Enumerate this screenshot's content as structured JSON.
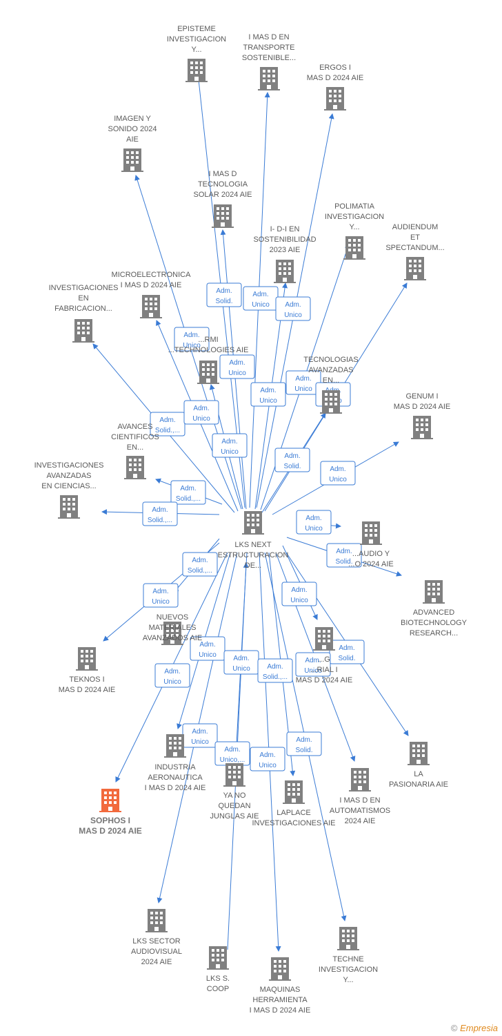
{
  "colors": {
    "edge": "#3a7bd5",
    "node": "#808080",
    "highlight": "#f26a3d"
  },
  "center": {
    "label": [
      "LKS NEXT",
      "ESTRUCTURACION",
      "DE..."
    ]
  },
  "nodes": [
    {
      "id": "n1",
      "label": [
        "EPISTEME",
        "INVESTIGACION",
        "Y..."
      ]
    },
    {
      "id": "n2",
      "label": [
        "I MAS D EN",
        "TRANSPORTE",
        "SOSTENIBLE..."
      ]
    },
    {
      "id": "n3",
      "label": [
        "ERGOS I",
        "MAS D 2024 AIE"
      ]
    },
    {
      "id": "n4",
      "label": [
        "IMAGEN Y",
        "SONIDO 2024",
        "AIE"
      ]
    },
    {
      "id": "n5",
      "label": [
        "I MAS D",
        "TECNOLOGIA",
        "SOLAR 2024 AIE"
      ]
    },
    {
      "id": "n6",
      "label": [
        "POLIMATIA",
        "INVESTIGACION",
        "Y..."
      ]
    },
    {
      "id": "n7",
      "label": [
        "I- D-I EN",
        "SOSTENIBILIDAD",
        "2023 AIE"
      ]
    },
    {
      "id": "n8",
      "label": [
        "AUDIENDUM",
        "ET",
        "SPECTANDUM..."
      ]
    },
    {
      "id": "n9",
      "label": [
        "MICROELECTRONICA",
        "I MAS D 2024 AIE"
      ]
    },
    {
      "id": "n10",
      "label": [
        "INVESTIGACIONES",
        "EN",
        "FABRICACION..."
      ]
    },
    {
      "id": "n11",
      "label": [
        "...RMI",
        "...TECHNOLOGIES AIE"
      ]
    },
    {
      "id": "n12",
      "label": [
        "TECNOLOGIAS",
        "AVANZADAS",
        "EN..."
      ]
    },
    {
      "id": "n13",
      "label": [
        "GENUM I",
        "MAS D 2024 AIE"
      ]
    },
    {
      "id": "n14",
      "label": [
        "AVANCES",
        "CIENTIFICOS",
        "EN..."
      ]
    },
    {
      "id": "n15",
      "label": [
        "INVESTIGACIONES",
        "AVANZADAS",
        "EN CIENCIAS..."
      ]
    },
    {
      "id": "n16",
      "label": [
        "...AUDIO Y",
        "...O 2024 AIE"
      ]
    },
    {
      "id": "n17",
      "label": [
        "ADVANCED",
        "BIOTECHNOLOGY",
        "RESEARCH..."
      ]
    },
    {
      "id": "n18",
      "label": [
        "NUEVOS",
        "MATERIALES",
        "AVANZADOS AIE"
      ]
    },
    {
      "id": "n19",
      "label": [
        "TEKNOS I",
        "MAS D 2024 AIE"
      ]
    },
    {
      "id": "n20",
      "label": [
        "...G",
        "...RIAL I",
        "MAS D 2024 AIE"
      ]
    },
    {
      "id": "n21",
      "label": [
        "LA",
        "PASIONARIA AIE"
      ]
    },
    {
      "id": "n22",
      "label": [
        "INDUSTRIA",
        "AERONAUTICA",
        "I MAS D 2024 AIE"
      ]
    },
    {
      "id": "n23",
      "label": [
        "YA NO",
        "QUEDAN",
        "JUNGLAS AIE"
      ]
    },
    {
      "id": "n24",
      "label": [
        "LAPLACE",
        "INVESTIGACIONES AIE"
      ]
    },
    {
      "id": "n25",
      "label": [
        "I MAS D EN",
        "AUTOMATISMOS",
        "2024 AIE"
      ]
    },
    {
      "id": "n26",
      "label": [
        "SOPHOS I",
        "MAS D 2024 AIE"
      ],
      "highlight": true
    },
    {
      "id": "n27",
      "label": [
        "LKS SECTOR",
        "AUDIOVISUAL",
        "2024 AIE"
      ]
    },
    {
      "id": "n28",
      "label": [
        "LKS S.",
        "COOP"
      ]
    },
    {
      "id": "n29",
      "label": [
        "MAQUINAS",
        "HERRAMIENTA",
        "I MAS D 2024 AIE"
      ]
    },
    {
      "id": "n30",
      "label": [
        "TECHNE",
        "INVESTIGACION",
        "Y..."
      ]
    }
  ],
  "edge_labels": [
    [
      "Adm.",
      "Solid."
    ],
    [
      "Adm.",
      "Unico"
    ],
    [
      "Adm.",
      "Unico"
    ],
    [
      "Adm.",
      "Unico"
    ],
    [
      "Adm.",
      "Unico"
    ],
    [
      "Adm.",
      "Unico"
    ],
    [
      "Adm.",
      "Unico"
    ],
    [
      "Adm.",
      "Unico"
    ],
    [
      "Adm.",
      "Solid.,..."
    ],
    [
      "Adm.",
      "Unico"
    ],
    [
      "Adm.",
      "Unico"
    ],
    [
      "Adm.",
      "Solid."
    ],
    [
      "Adm.",
      "Unico"
    ],
    [
      "Adm.",
      "Solid.,..."
    ],
    [
      "Adm.",
      "Solid.,..."
    ],
    [
      "Adm.",
      "Unico"
    ],
    [
      "Adm.",
      "Solid."
    ],
    [
      "Adm.",
      "Solid.,..."
    ],
    [
      "Adm.",
      "Unico"
    ],
    [
      "Adm.",
      "Unico"
    ],
    [
      "Adm.",
      "Solid."
    ],
    [
      "Adm.",
      "Unico"
    ],
    [
      "Adm.",
      "Unico"
    ],
    [
      "Adm.",
      "Unico"
    ],
    [
      "Adm.",
      "Solid.,..."
    ],
    [
      "Adm.",
      "Unico"
    ],
    [
      "Adm.",
      "Unico"
    ],
    [
      "Adm.",
      "Unico,..."
    ],
    [
      "Adm.",
      "Unico"
    ],
    [
      "Adm.",
      "Solid."
    ]
  ],
  "footer": {
    "copyright": "©",
    "brand": "Empresia"
  }
}
